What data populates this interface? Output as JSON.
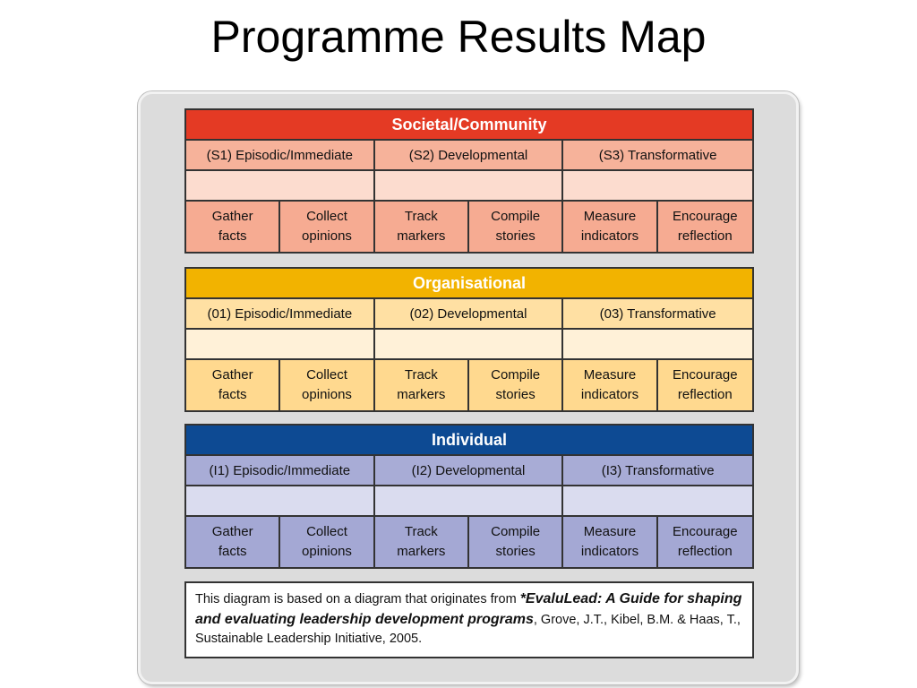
{
  "title": "Programme Results Map",
  "sections": [
    {
      "key": "soc",
      "heading": "Societal/Community",
      "levels": [
        "(S1) Episodic/Immediate",
        "(S2) Developmental",
        "(S3) Transformative"
      ],
      "activities": [
        "Gather\nfacts",
        "Collect\nopinions",
        "Track\nmarkers",
        "Compile\nstories",
        "Measure\nindicators",
        "Encourage\nreflection"
      ]
    },
    {
      "key": "org",
      "heading": "Organisational",
      "levels": [
        "(01) Episodic/Immediate",
        "(02) Developmental",
        "(03) Transformative"
      ],
      "activities": [
        "Gather\nfacts",
        "Collect\nopinions",
        "Track\nmarkers",
        "Compile\nstories",
        "Measure\nindicators",
        "Encourage\nreflection"
      ]
    },
    {
      "key": "ind",
      "heading": "Individual",
      "levels": [
        "(I1) Episodic/Immediate",
        "(I2) Developmental",
        "(I3) Transformative"
      ],
      "activities": [
        "Gather\nfacts",
        "Collect\nopinions",
        "Track\nmarkers",
        "Compile\nstories",
        "Measure\nindicators",
        "Encourage\nreflection"
      ]
    }
  ],
  "note": {
    "prefix": "This diagram is based on a diagram that originates from ",
    "emphasis": "*EvaluLead: A Guide for shaping and evaluating leadership development programs",
    "suffix": ", Grove, J.T., Kibel, B.M. & Haas, T., Sustainable Leadership Initiative, 2005."
  }
}
